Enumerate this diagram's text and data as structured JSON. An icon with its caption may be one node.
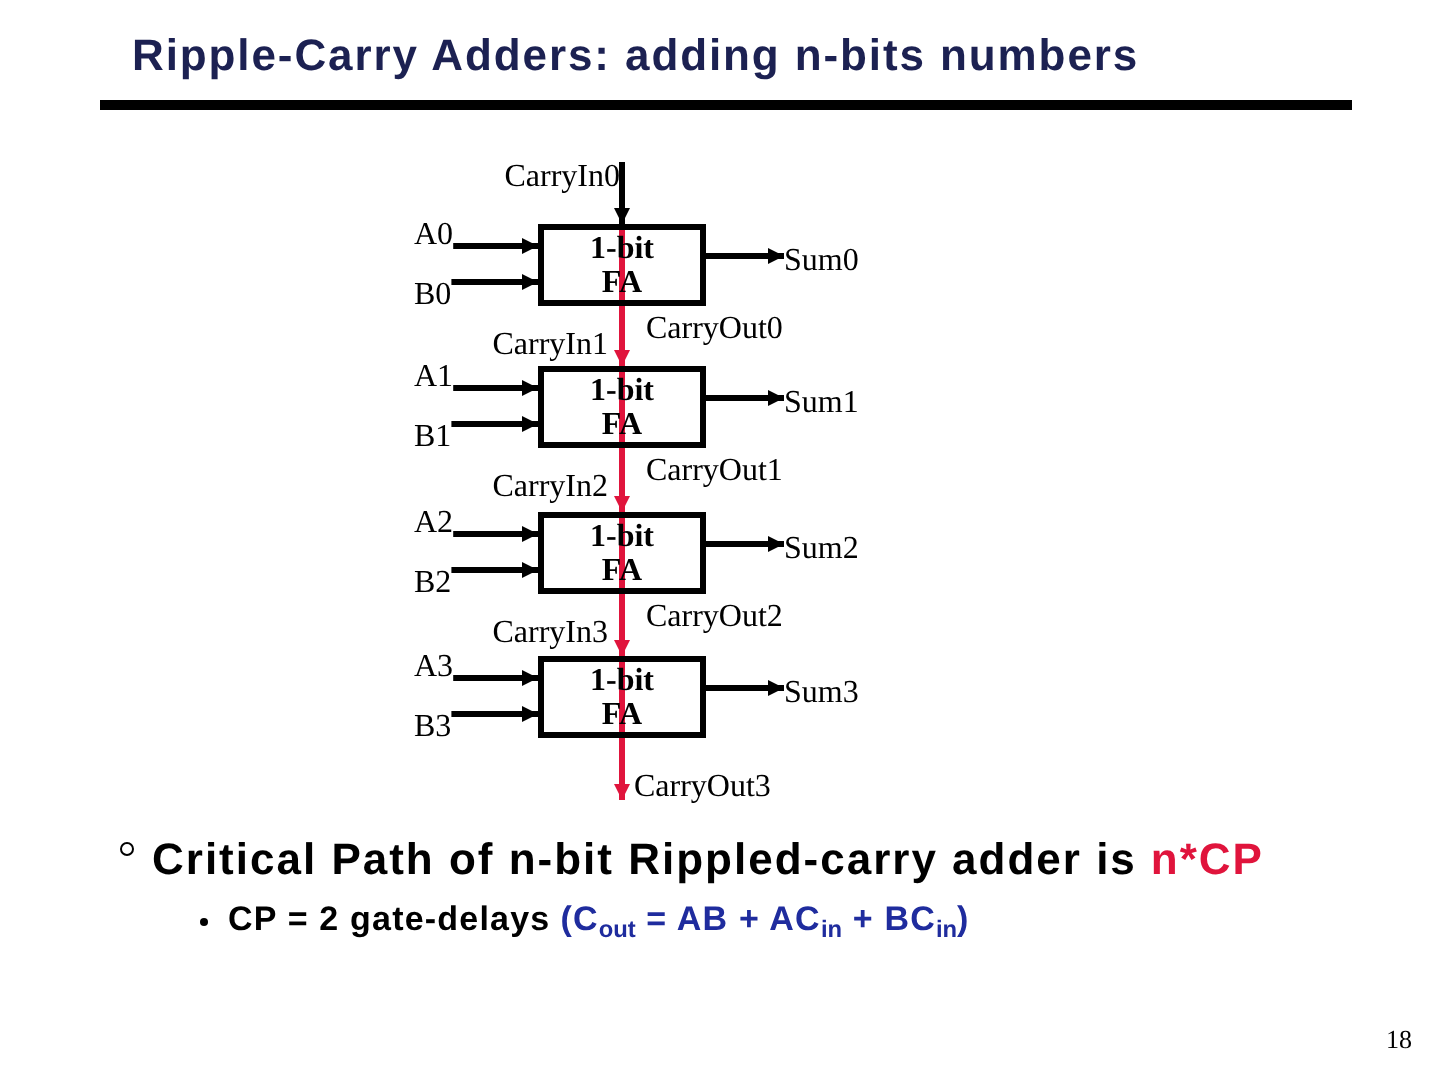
{
  "diagram": {
    "title": "Ripple-Carry Adders: adding n-bits numbers",
    "nodes": [
      {
        "text": [
          "CarryIn0"
        ]
      },
      {
        "text": [
          "A0"
        ]
      },
      {
        "text": [
          "B0"
        ]
      },
      {
        "text": [
          "1-bit FA"
        ]
      },
      {
        "text": [
          "Sum0"
        ]
      },
      {
        "text": [
          "A1"
        ]
      },
      {
        "text": [
          "B1"
        ]
      },
      {
        "text": [
          "1-bit FA"
        ]
      },
      {
        "text": [
          "Sum1"
        ]
      },
      {
        "text": [
          "A2"
        ]
      },
      {
        "text": [
          "B2"
        ]
      },
      {
        "text": [
          "1-bit FA"
        ]
      },
      {
        "text": [
          "Sum2"
        ]
      },
      {
        "text": [
          "A3"
        ]
      },
      {
        "text": [
          "B3"
        ]
      },
      {
        "text": [
          "1-bit FA"
        ]
      },
      {
        "text": [
          "Sum3"
        ]
      },
      {
        "text": [
          "CarryOut3"
        ]
      }
    ],
    "edges": [
      {
        "from": 0,
        "to": 3,
        "arrow": "to"
      },
      {
        "from": 1,
        "to": 3,
        "arrow": "to"
      },
      {
        "from": 2,
        "to": 3,
        "arrow": "to"
      },
      {
        "from": 3,
        "to": 4,
        "arrow": "to"
      },
      {
        "from": 3,
        "to": 7,
        "arrow": "to",
        "color": "#e0143c"
      },
      {
        "from": 5,
        "to": 7,
        "arrow": "to"
      },
      {
        "from": 6,
        "to": 7,
        "arrow": "to"
      },
      {
        "from": 7,
        "to": 8,
        "arrow": "to"
      },
      {
        "from": 7,
        "to": 11,
        "arrow": "to",
        "color": "#e0143c"
      },
      {
        "from": 9,
        "to": 11,
        "arrow": "to"
      },
      {
        "from": 10,
        "to": 11,
        "arrow": "to"
      },
      {
        "from": 11,
        "to": 12,
        "arrow": "to"
      },
      {
        "from": 11,
        "to": 15,
        "arrow": "to",
        "color": "#e0143c"
      },
      {
        "from": 13,
        "to": 15,
        "arrow": "to"
      },
      {
        "from": 14,
        "to": 15,
        "arrow": "to"
      },
      {
        "from": 15,
        "to": 16,
        "arrow": "to"
      },
      {
        "from": 15,
        "to": 17,
        "arrow": "to",
        "color": "#e0143c"
      }
    ],
    "labels": [
      "CarryIn1",
      "CarryOut0",
      "CarryIn2",
      "CarryOut1",
      "CarryIn3",
      "CarryOut2",
      "Critical Path of n-bit Rippled-carry adder is",
      "n*CP",
      "CP = 2 gate-delays",
      "(C$_{out}$ = AB + AC$_{in}$ + BC$_{in}$)",
      "18"
    ]
  }
}
